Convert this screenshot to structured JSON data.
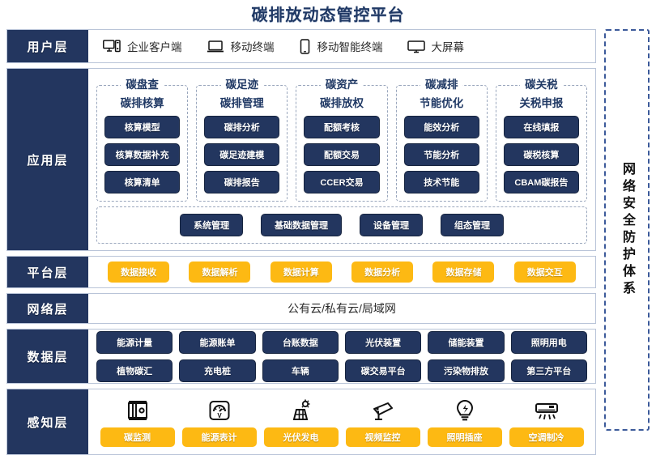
{
  "title": "碳排放动态管控平台",
  "security_column": {
    "label": "网络安全防护体系"
  },
  "layers": {
    "user": {
      "label": "用户层",
      "items": [
        {
          "label": "企业客户端",
          "icon": "desktop-tower-icon"
        },
        {
          "label": "移动终端",
          "icon": "laptop-icon"
        },
        {
          "label": "移动智能终端",
          "icon": "smartphone-icon"
        },
        {
          "label": "大屏幕",
          "icon": "large-screen-icon"
        }
      ]
    },
    "application": {
      "label": "应用层",
      "groups": [
        {
          "title": "碳盘查",
          "subtitle": "碳排核算",
          "items": [
            "核算模型",
            "核算数据补充",
            "核算清单"
          ]
        },
        {
          "title": "碳足迹",
          "subtitle": "碳排管理",
          "items": [
            "碳排分析",
            "碳足迹建模",
            "碳排报告"
          ]
        },
        {
          "title": "碳资产",
          "subtitle": "碳排放权",
          "items": [
            "配额考核",
            "配额交易",
            "CCER交易"
          ]
        },
        {
          "title": "碳减排",
          "subtitle": "节能优化",
          "items": [
            "能效分析",
            "节能分析",
            "技术节能"
          ]
        },
        {
          "title": "碳关税",
          "subtitle": "关税申报",
          "items": [
            "在线填报",
            "碳税核算",
            "CBAM碳报告"
          ]
        }
      ],
      "management": [
        "系统管理",
        "基础数据管理",
        "设备管理",
        "组态管理"
      ]
    },
    "platform": {
      "label": "平台层",
      "items": [
        "数据接收",
        "数据解析",
        "数据计算",
        "数据分析",
        "数据存储",
        "数据交互"
      ]
    },
    "network": {
      "label": "网络层",
      "text": "公有云/私有云/局域网"
    },
    "data": {
      "label": "数据层",
      "row1": [
        "能源计量",
        "能源账单",
        "台账数据",
        "光伏装置",
        "储能装置",
        "照明用电"
      ],
      "row2": [
        "植物碳汇",
        "充电桩",
        "车辆",
        "碳交易平台",
        "污染物排放",
        "第三方平台"
      ]
    },
    "perception": {
      "label": "感知层",
      "items": [
        {
          "label": "碳监测",
          "icon": "carbon-cabinet-icon"
        },
        {
          "label": "能源表计",
          "icon": "gauge-meter-icon"
        },
        {
          "label": "光伏发电",
          "icon": "solar-panel-icon"
        },
        {
          "label": "视频监控",
          "icon": "cctv-camera-icon"
        },
        {
          "label": "照明插座",
          "icon": "lightbulb-icon"
        },
        {
          "label": "空调制冷",
          "icon": "air-conditioner-icon"
        }
      ]
    }
  },
  "colors": {
    "navy": "#23365f",
    "amber": "#fdb913",
    "title": "#1f3864"
  }
}
